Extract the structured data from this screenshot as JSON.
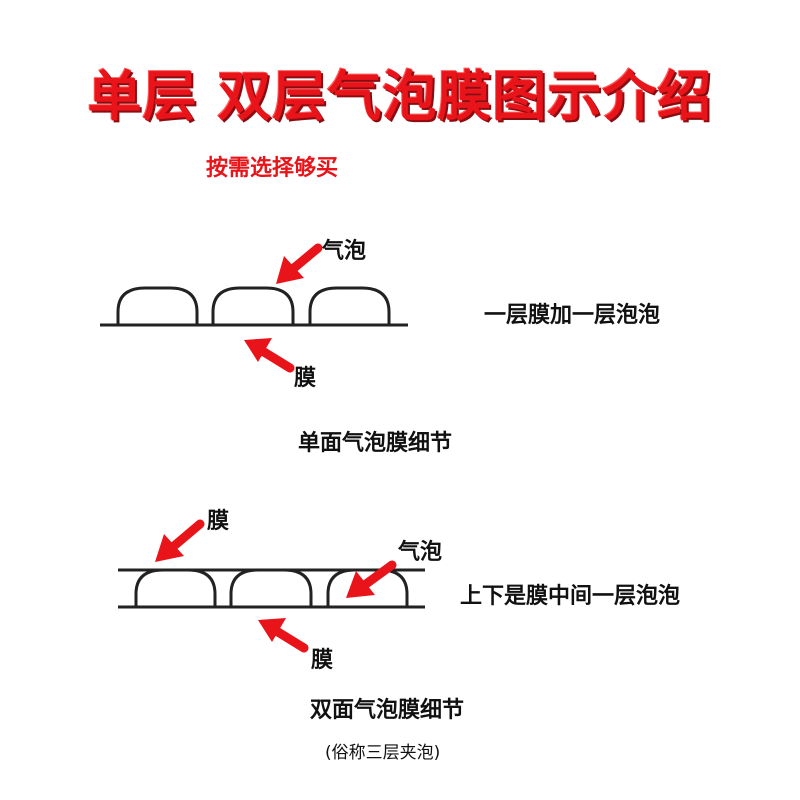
{
  "header": {
    "title": "单层 双层气泡膜图示介绍",
    "subtitle": "按需选择够买"
  },
  "single_layer": {
    "bubble_label": "气泡",
    "film_label": "膜",
    "description": "一层膜加一层泡泡",
    "caption": "单面气泡膜细节"
  },
  "double_layer": {
    "top_film_label": "膜",
    "bubble_label": "气泡",
    "bottom_film_label": "膜",
    "description": "上下是膜中间一层泡泡",
    "caption": "双面气泡膜细节",
    "note": "(俗称三层夹泡)"
  },
  "colors": {
    "title": "#e8141a",
    "arrow": "#e8141a",
    "line": "#222222"
  }
}
